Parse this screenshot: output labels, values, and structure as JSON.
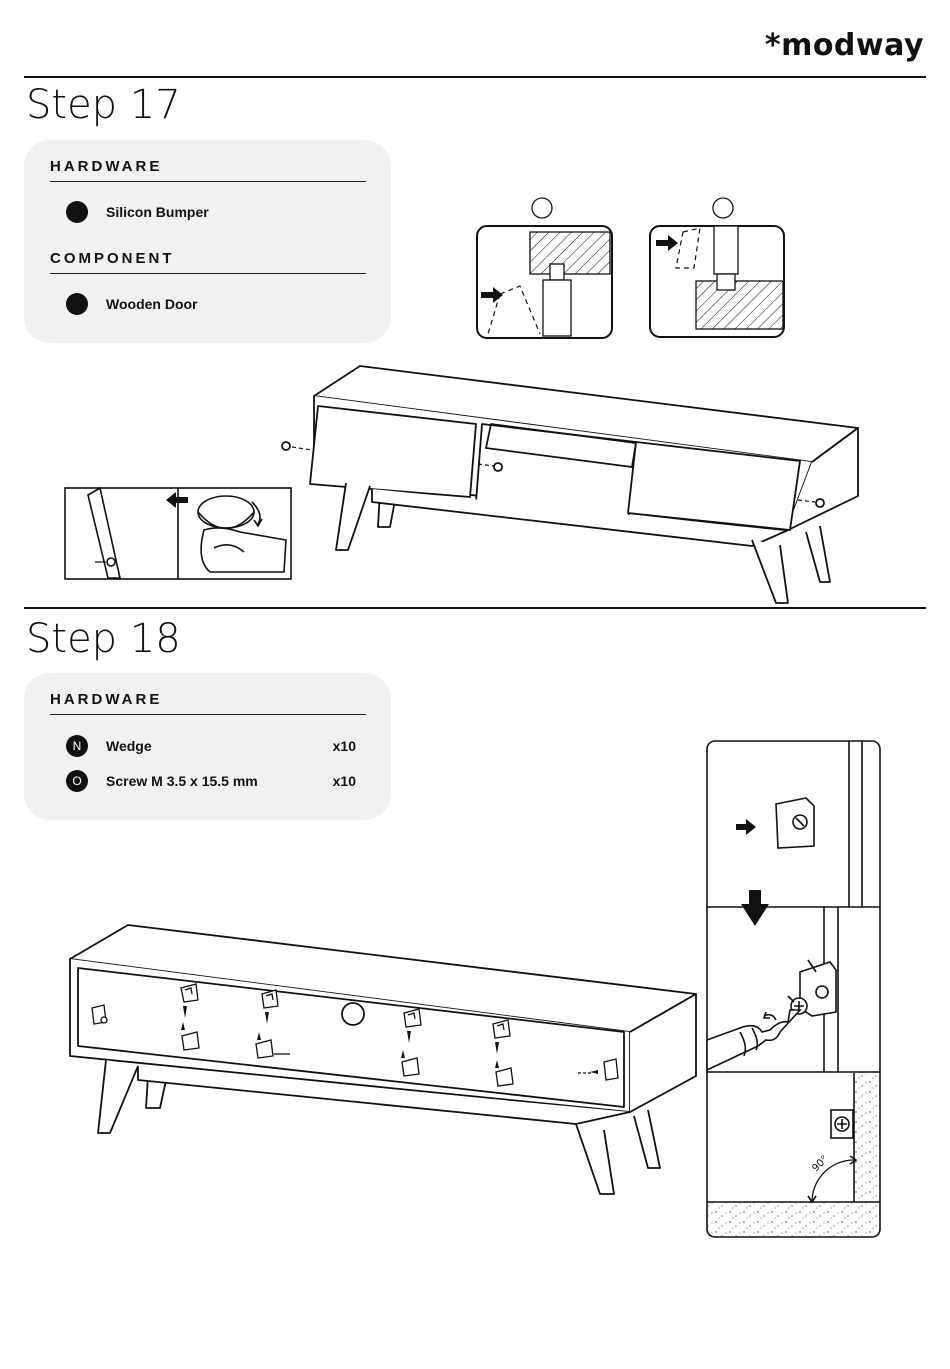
{
  "brand": {
    "logo_text": "*modway"
  },
  "step17": {
    "title": "Step 17",
    "hardware_heading": "HARDWARE",
    "hardware_items": [
      {
        "label": "Silicon Bumper"
      }
    ],
    "component_heading": "COMPONENT",
    "component_items": [
      {
        "label": "Wooden Door"
      }
    ]
  },
  "step18": {
    "title": "Step 18",
    "hardware_heading": "HARDWARE",
    "hardware_items": [
      {
        "marker": "N",
        "label": "Wedge",
        "qty": "x10"
      },
      {
        "marker": "O",
        "label": "Screw M 3.5 x 15.5 mm",
        "qty": "x10"
      }
    ]
  },
  "detail": {
    "angle_label": "90°"
  }
}
